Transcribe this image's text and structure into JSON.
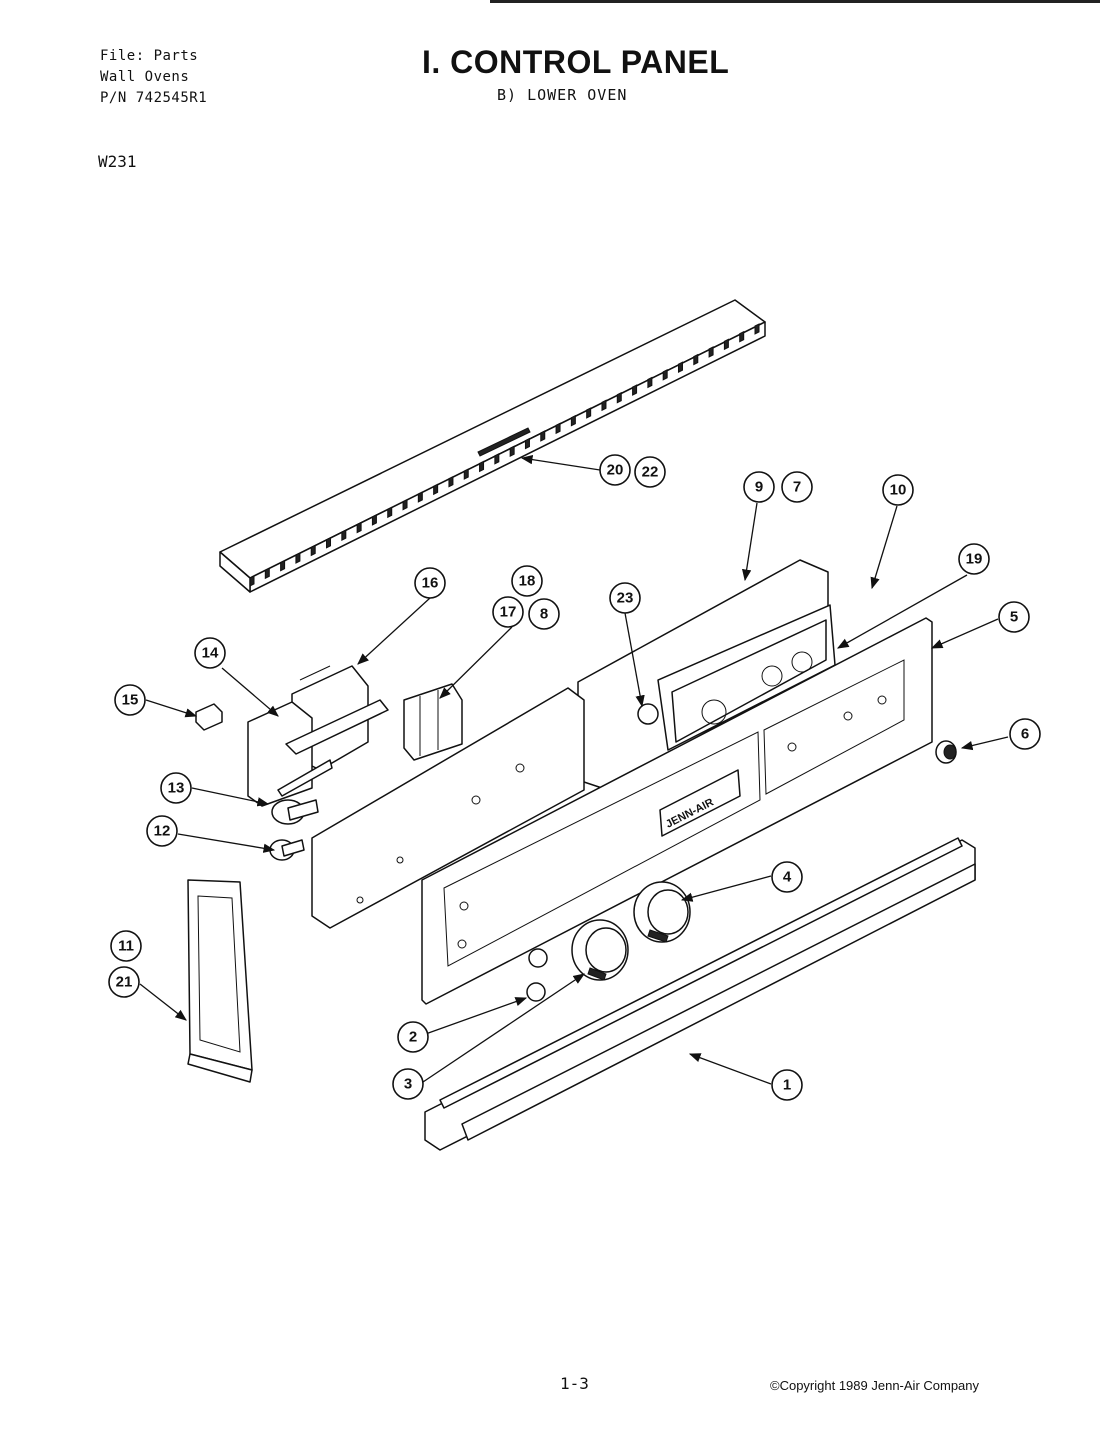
{
  "header": {
    "file_line": "File: Parts",
    "category_line": "Wall Ovens",
    "part_number_line": "P/N 742545R1",
    "title": "I. CONTROL PANEL",
    "subtitle": "B)  LOWER OVEN",
    "model": "W231"
  },
  "diagram": {
    "brand_label": "JENN-AIR",
    "callouts": [
      "1",
      "2",
      "3",
      "4",
      "5",
      "6",
      "7",
      "8",
      "9",
      "10",
      "11",
      "12",
      "13",
      "14",
      "15",
      "16",
      "17",
      "18",
      "19",
      "20",
      "21",
      "22",
      "23"
    ]
  },
  "footer": {
    "page": "1-3",
    "copyright": "©Copyright 1989 Jenn-Air Company"
  }
}
